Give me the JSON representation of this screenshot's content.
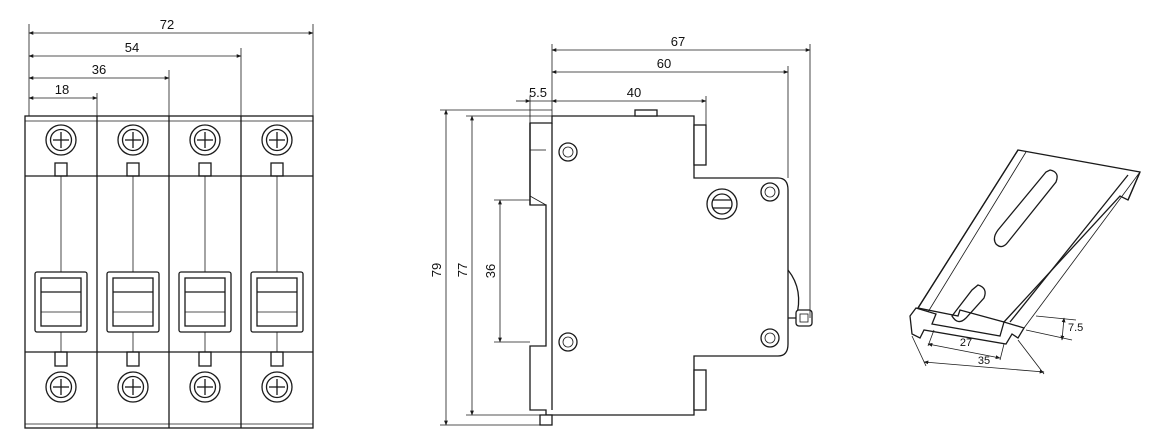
{
  "front_view": {
    "dim_total_width": "72",
    "dim_three_poles": "54",
    "dim_two_poles": "36",
    "dim_one_pole": "18"
  },
  "side_view": {
    "dim_overall_depth": "67",
    "dim_body_depth": "60",
    "dim_top_offset": "5.5",
    "dim_top_depth": "40",
    "dim_overall_height": "79",
    "dim_body_height": "77",
    "dim_front_window": "36"
  },
  "din_rail": {
    "dim_height": "7.5",
    "dim_inner_width": "27",
    "dim_outer_width": "35"
  }
}
